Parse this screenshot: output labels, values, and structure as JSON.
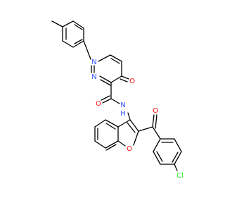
{
  "molecule": {
    "atom_labels": {
      "n1": "N",
      "n2": "N",
      "o_ketone": "O",
      "o_amide": "O",
      "nh_n": "N",
      "nh_h": "H",
      "o_benzoyl": "O",
      "o_furan": "O",
      "cl": "Cl"
    },
    "colors": {
      "bond": "#000000",
      "nitrogen": "#3050F8",
      "oxygen": "#FF0D0D",
      "chlorine": "#1FF01F"
    }
  }
}
